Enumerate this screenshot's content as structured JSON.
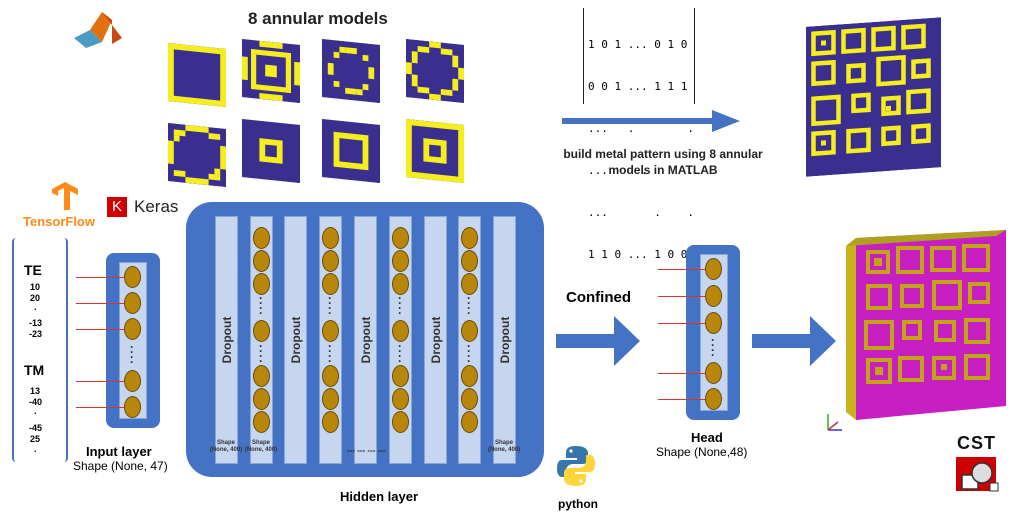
{
  "models": {
    "title": "8 annular models",
    "colors": {
      "dark": "#3a2f8f",
      "ring": "#f6ee1c"
    }
  },
  "matrix": {
    "rows": [
      "1 0 1 ... 0 1 0",
      "0 0 1 ... 1 1 1",
      "...   .        .",
      "...     .      .",
      "...       .    .",
      "1 1 0 ... 1 0 0"
    ]
  },
  "build_caption": "build metal pattern using 8 annular models in MATLAB",
  "logos": {
    "tensorflow": "TensorFlow",
    "keras_k": "K",
    "keras": "Keras",
    "python": "python",
    "cst": "CST"
  },
  "input_vector": {
    "te": "TE",
    "te_values": [
      "10",
      "20",
      ".",
      "-13",
      "-23"
    ],
    "tm": "TM",
    "tm_values": [
      "13",
      "-40",
      ".",
      "-45",
      "25",
      "."
    ]
  },
  "input_layer": {
    "title": "Input layer",
    "shape": "Shape (None, 47)"
  },
  "hidden": {
    "title": "Hidden layer",
    "dropout": "Dropout",
    "shape_labels": [
      "Shape\n(None, 400)",
      "Shape\n(None, 400)",
      "Shape\n(None, 400)"
    ],
    "bottom_dots": "--- --- --- ---"
  },
  "confined": "Confined",
  "head": {
    "title": "Head",
    "shape": "Shape (None,48)"
  },
  "colors": {
    "blue": "#4472c4",
    "light": "#c6d6ef",
    "neuron": "#b8860b",
    "magenta": "#c71fc2",
    "gold": "#c4a21a"
  }
}
